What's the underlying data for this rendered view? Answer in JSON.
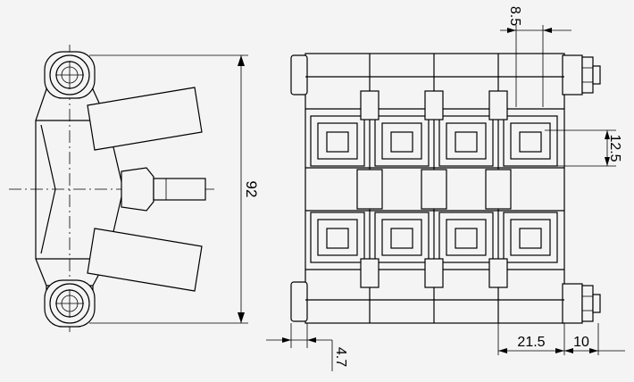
{
  "drawing": {
    "colors": {
      "background": "#f4f4f4",
      "line": "#000000"
    },
    "dimensions": {
      "height": "92",
      "pitch_top": "8.5",
      "row_pitch": "12.5",
      "module_width": "21.5",
      "end_width": "10",
      "edge_offset": "4.7"
    }
  }
}
